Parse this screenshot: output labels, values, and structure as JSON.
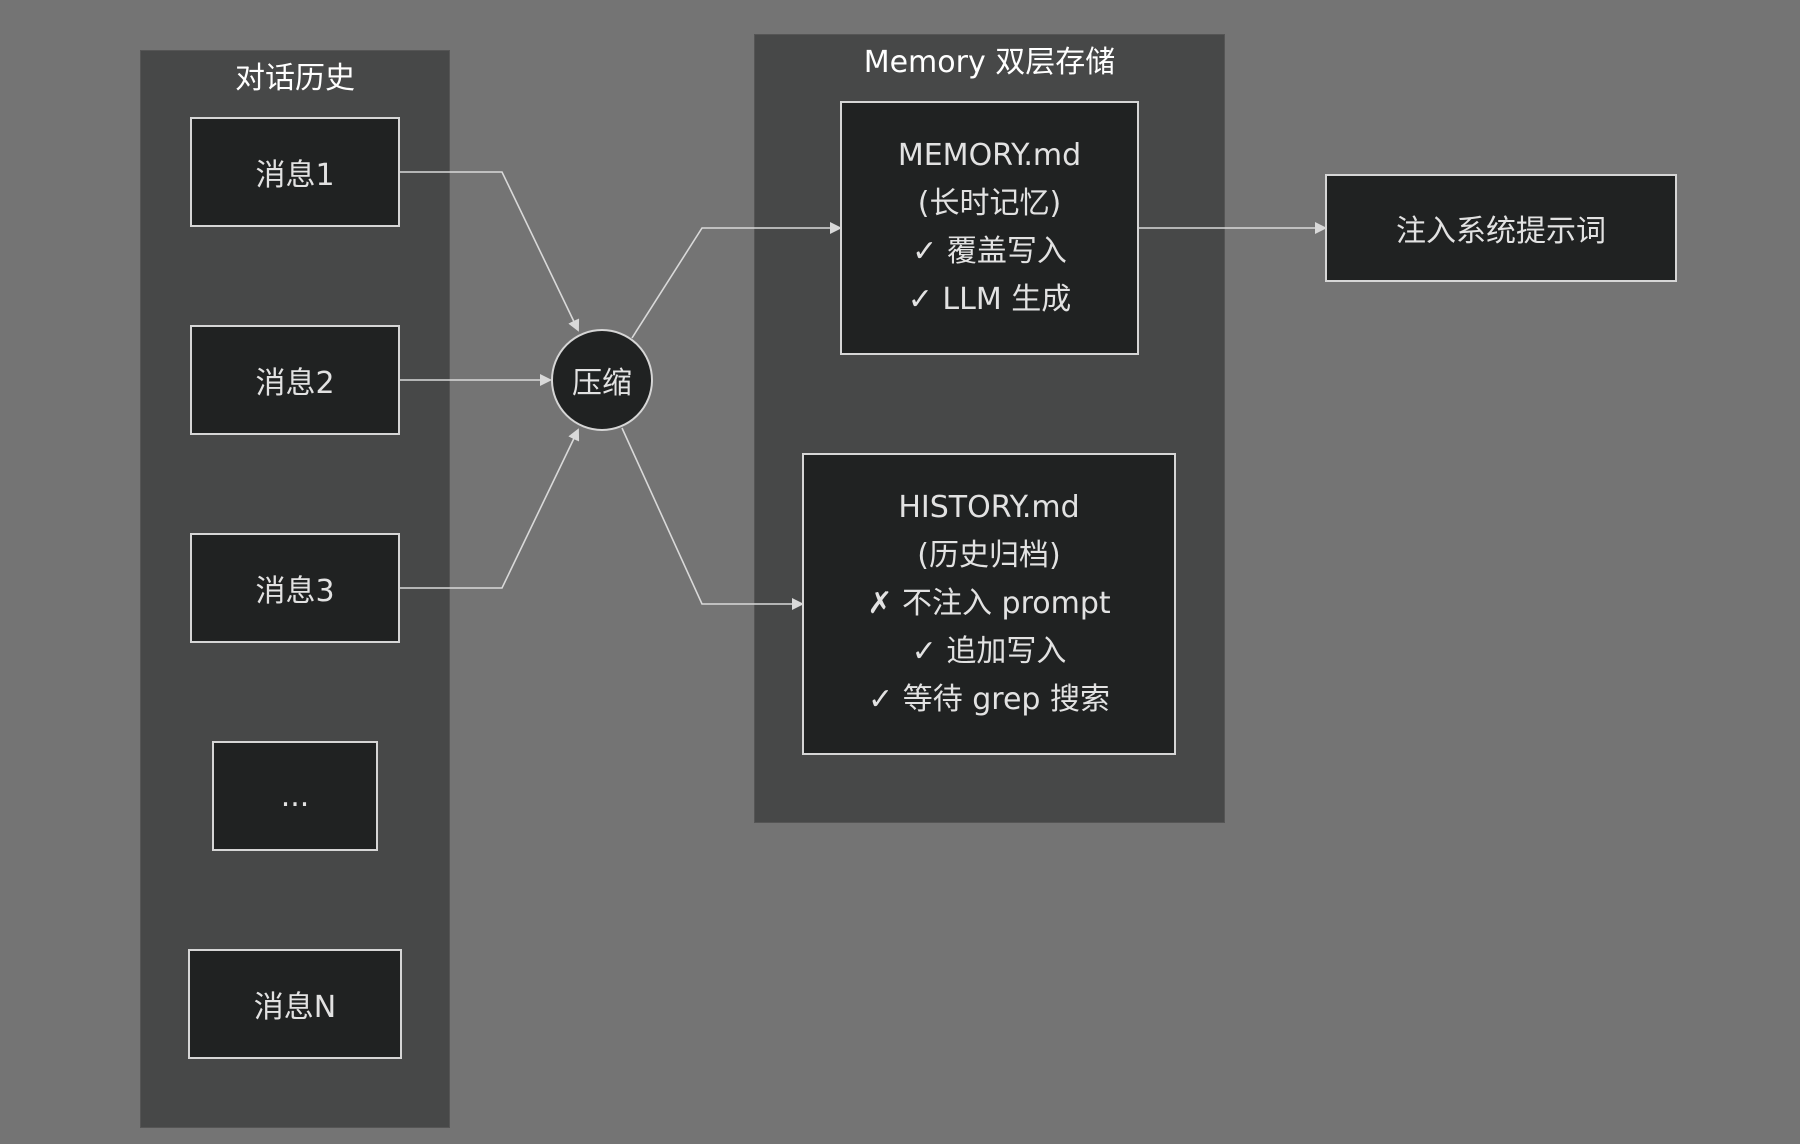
{
  "groups": {
    "history": {
      "title": "对话历史"
    },
    "memory": {
      "title": "Memory 双层存储"
    }
  },
  "messages": {
    "m1": "消息1",
    "m2": "消息2",
    "m3": "消息3",
    "ellipsis": "...",
    "mn": "消息N"
  },
  "compress": {
    "label": "压缩"
  },
  "memory_file": {
    "lines": [
      "MEMORY.md",
      "(长时记忆)",
      "✓ 覆盖写入",
      "✓ LLM 生成"
    ]
  },
  "history_file": {
    "lines": [
      "HISTORY.md",
      "(历史归档)",
      "✗ 不注入 prompt",
      "✓ 追加写入",
      "✓ 等待 grep 搜索"
    ]
  },
  "inject": {
    "label": "注入系统提示词"
  },
  "colors": {
    "background": "#747474",
    "group_fill": "#474848",
    "node_fill": "#202222",
    "node_border": "#d6d6d6",
    "edge": "#d9d9d9"
  }
}
